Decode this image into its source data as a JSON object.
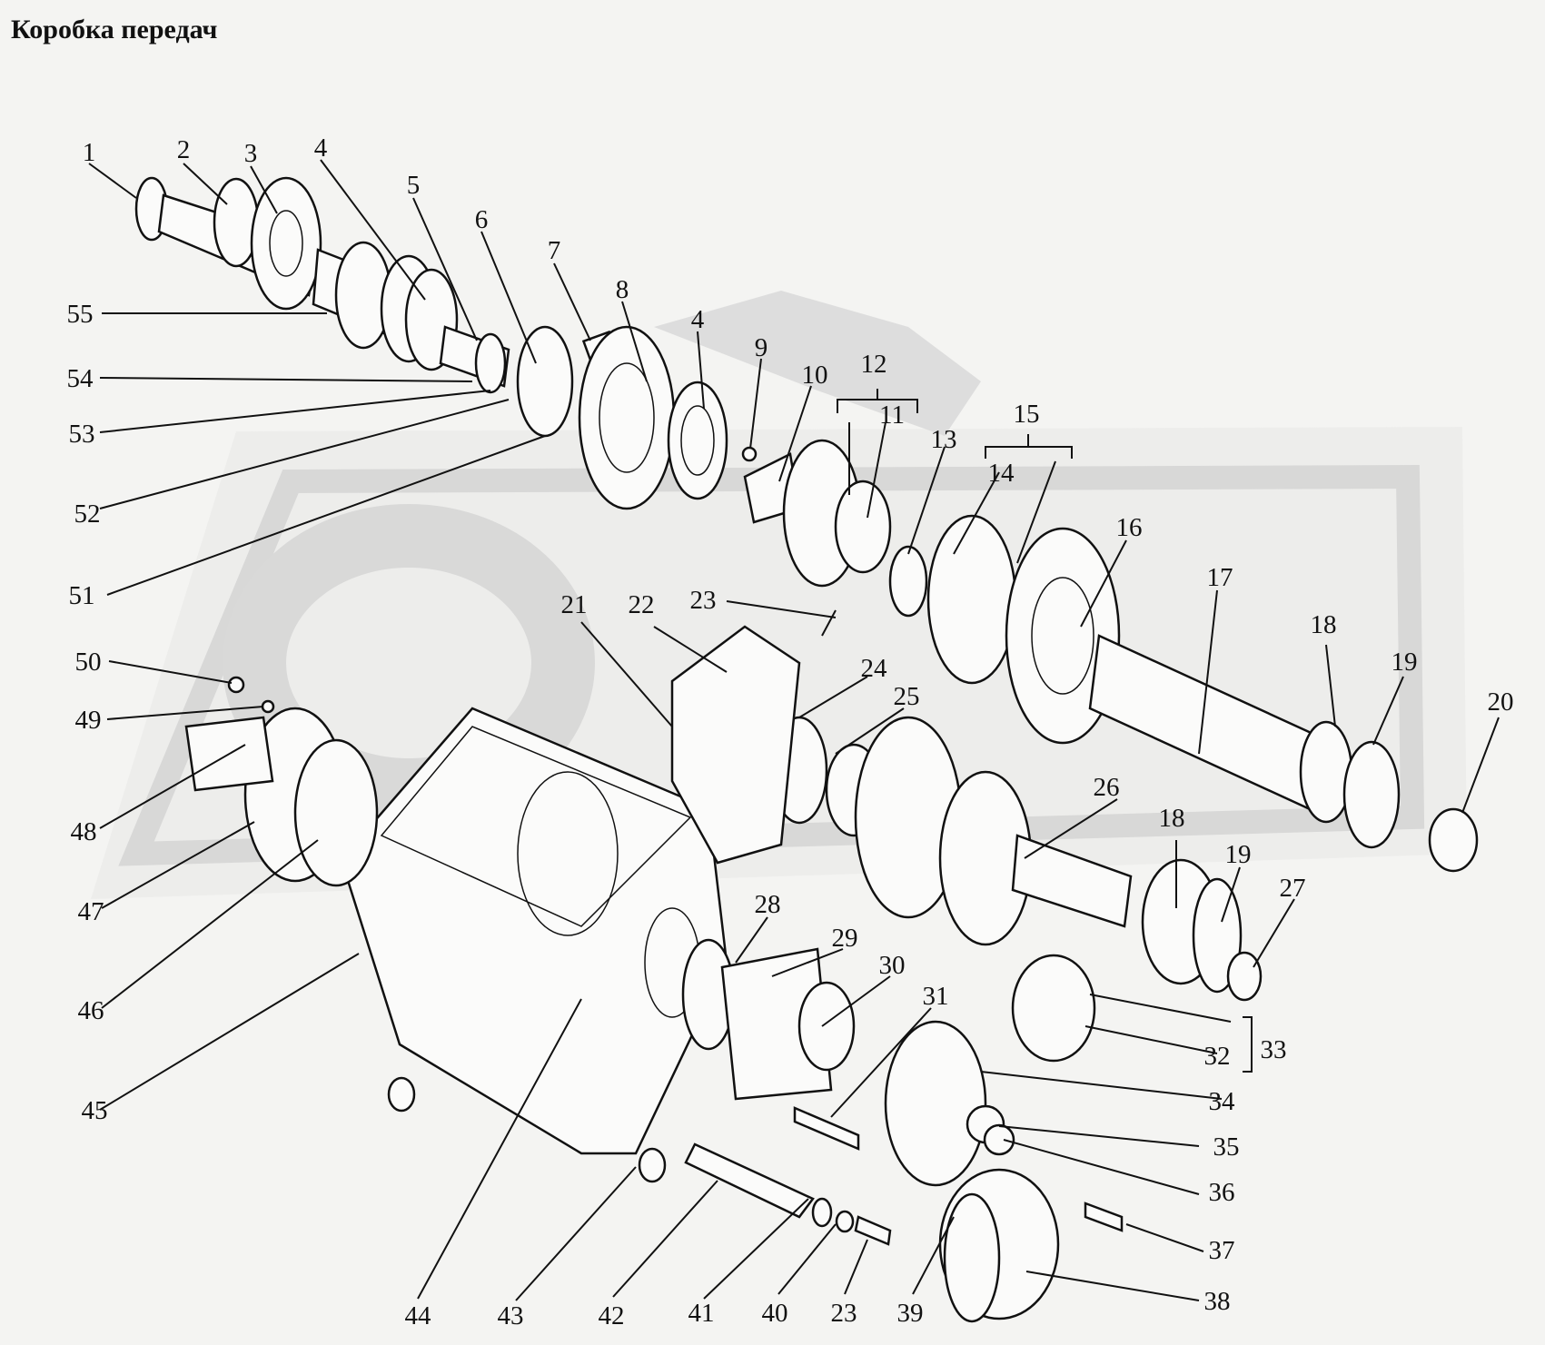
{
  "title": "Коробка передач",
  "watermark": {
    "color": "#d8d8d8"
  },
  "labels": {
    "l1": "1",
    "l2": "2",
    "l3": "3",
    "l4a": "4",
    "l5": "5",
    "l6": "6",
    "l7": "7",
    "l8": "8",
    "l4b": "4",
    "l9": "9",
    "l10": "10",
    "l12": "12",
    "l11": "11",
    "l13": "13",
    "l15": "15",
    "l14": "14",
    "l16": "16",
    "l17": "17",
    "l18a": "18",
    "l19a": "19",
    "l20": "20",
    "l55": "55",
    "l54": "54",
    "l53": "53",
    "l52": "52",
    "l51": "51",
    "l21": "21",
    "l22": "22",
    "l23a": "23",
    "l24": "24",
    "l25": "25",
    "l50": "50",
    "l49": "49",
    "l48": "48",
    "l47": "47",
    "l46": "46",
    "l45": "45",
    "l26": "26",
    "l18b": "18",
    "l19b": "19",
    "l27": "27",
    "l28": "28",
    "l29": "29",
    "l30": "30",
    "l31": "31",
    "l32": "32",
    "l33": "33",
    "l34": "34",
    "l35": "35",
    "l36": "36",
    "l37": "37",
    "l38": "38",
    "l44": "44",
    "l43": "43",
    "l42": "42",
    "l41": "41",
    "l40": "40",
    "l23b": "23",
    "l39": "39"
  }
}
